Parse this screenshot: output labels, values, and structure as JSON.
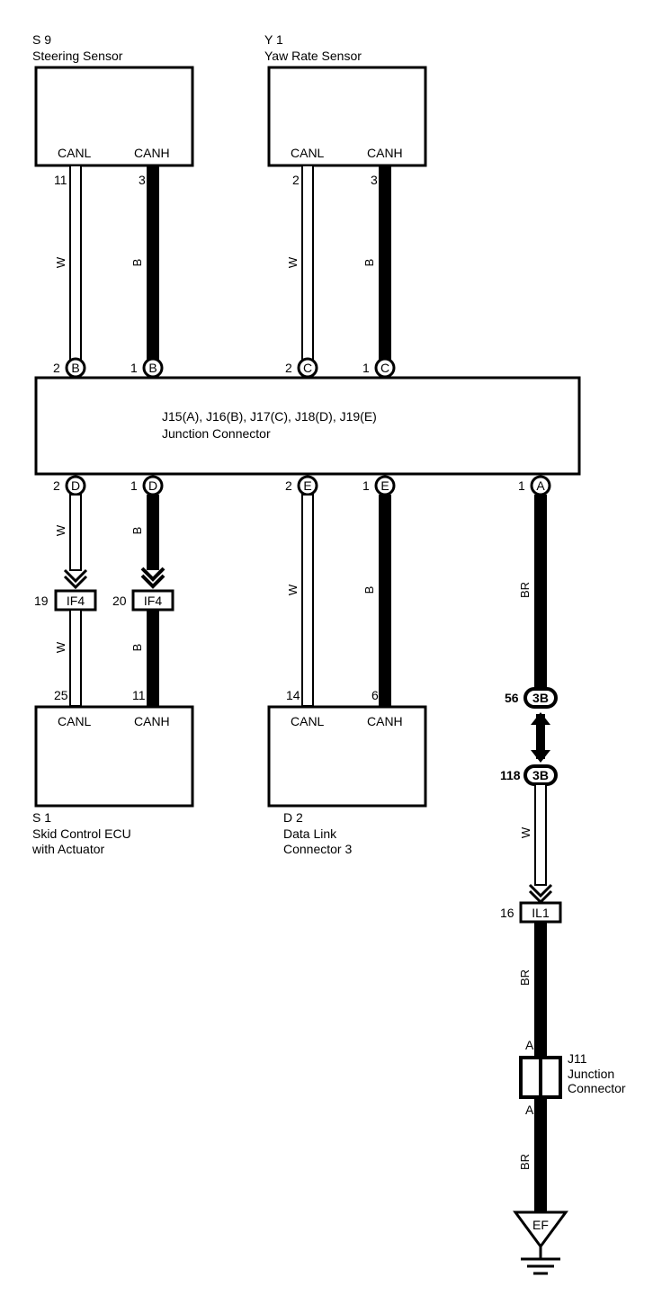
{
  "components": {
    "s9": {
      "code": "S 9",
      "name": "Steering Sensor",
      "canl": "CANL",
      "canh": "CANH",
      "pin_canl": "11",
      "pin_canh": "3"
    },
    "y1": {
      "code": "Y 1",
      "name": "Yaw Rate Sensor",
      "canl": "CANL",
      "canh": "CANH",
      "pin_canl": "2",
      "pin_canh": "3"
    },
    "s1": {
      "code": "S 1",
      "name_line1": "Skid Control ECU",
      "name_line2": "with Actuator",
      "canl": "CANL",
      "canh": "CANH",
      "pin_canl": "25",
      "pin_canh": "11"
    },
    "d2": {
      "code": "D 2",
      "name_line1": "Data Link",
      "name_line2": "Connector 3",
      "canl": "CANL",
      "canh": "CANH",
      "pin_canl": "14",
      "pin_canh": "6"
    }
  },
  "junction": {
    "line1": "J15(A), J16(B), J17(C), J18(D), J19(E)",
    "line2": "Junction Connector",
    "top_pins": [
      {
        "num": "2",
        "letter": "B"
      },
      {
        "num": "1",
        "letter": "B"
      },
      {
        "num": "2",
        "letter": "C"
      },
      {
        "num": "1",
        "letter": "C"
      }
    ],
    "bottom_pins": [
      {
        "num": "2",
        "letter": "D"
      },
      {
        "num": "1",
        "letter": "D"
      },
      {
        "num": "2",
        "letter": "E"
      },
      {
        "num": "1",
        "letter": "E"
      },
      {
        "num": "1",
        "letter": "A"
      }
    ]
  },
  "wire_colors": {
    "w": "W",
    "b": "B",
    "br": "BR"
  },
  "inline_connectors": {
    "if4_left": {
      "pin": "19",
      "name": "IF4"
    },
    "if4_right": {
      "pin": "20",
      "name": "IF4"
    },
    "c3b_top": {
      "pin": "56",
      "name": "3B"
    },
    "c3b_bottom": {
      "pin": "118",
      "name": "3B"
    },
    "il1": {
      "pin": "16",
      "name": "IL1"
    }
  },
  "j11": {
    "line1": "J11",
    "line2": "Junction",
    "line3": "Connector",
    "pin_top": "A",
    "pin_bottom": "A"
  },
  "ground": {
    "label": "EF"
  }
}
